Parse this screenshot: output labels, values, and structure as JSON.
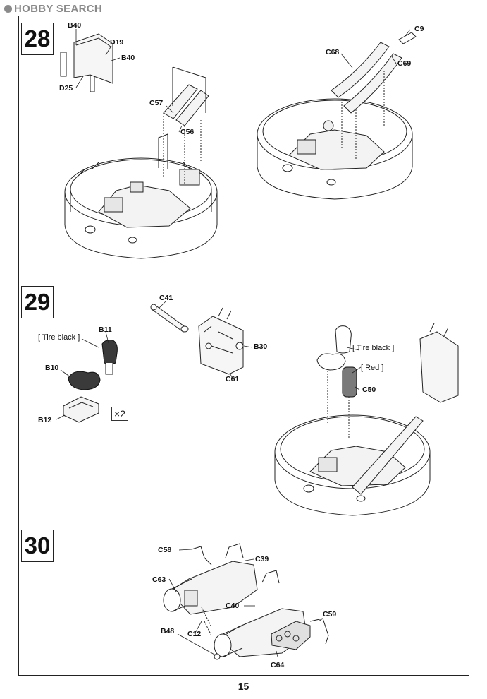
{
  "watermark": "HOBBY SEARCH",
  "steps": {
    "s28": "28",
    "s29": "29",
    "s30": "30"
  },
  "step28": {
    "b40a": "B40",
    "d19": "D19",
    "b40b": "B40",
    "d25": "D25",
    "c57": "C57",
    "c56": "C56",
    "c9": "C9",
    "c68": "C68",
    "c69": "C69"
  },
  "step29": {
    "c41": "C41",
    "b30": "B30",
    "c61": "C61",
    "tire_black_1": "[ Tire black ]",
    "b11": "B11",
    "b10": "B10",
    "b12": "B12",
    "multiplier": "×2",
    "tire_black_2": "[ Tire black ]",
    "red": "[ Red ]",
    "c50": "C50"
  },
  "step30": {
    "c58": "C58",
    "c39": "C39",
    "c63": "C63",
    "c40": "C40",
    "c59": "C59",
    "b48": "B48",
    "c12": "C12",
    "c64": "C64"
  },
  "page_number": "15"
}
